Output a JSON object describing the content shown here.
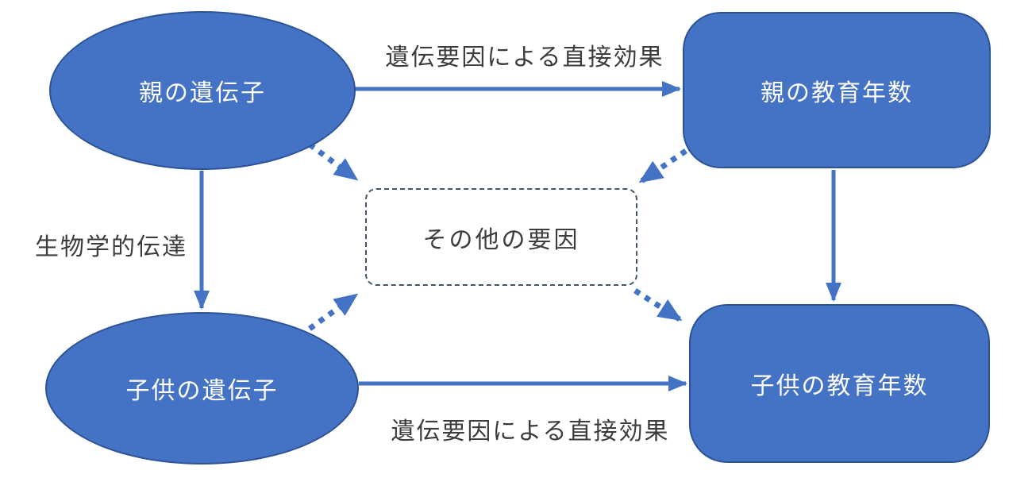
{
  "diagram": {
    "nodes": {
      "parent_genes": {
        "label": "親の遺伝子",
        "shape": "ellipse"
      },
      "parent_education": {
        "label": "親の教育年数",
        "shape": "rounded-rect"
      },
      "child_genes": {
        "label": "子供の遺伝子",
        "shape": "ellipse"
      },
      "child_education": {
        "label": "子供の教育年数",
        "shape": "rounded-rect"
      },
      "other_factors": {
        "label": "その他の要因",
        "shape": "dashed-rounded-rect"
      }
    },
    "edge_labels": {
      "top": "遺伝要因による直接効果",
      "left": "生物学的伝達",
      "bottom": "遺伝要因による直接効果"
    },
    "edges": [
      {
        "from": "parent_genes",
        "to": "parent_education",
        "style": "solid",
        "label": "遺伝要因による直接効果"
      },
      {
        "from": "parent_genes",
        "to": "child_genes",
        "style": "solid",
        "label": "生物学的伝達"
      },
      {
        "from": "parent_education",
        "to": "child_education",
        "style": "solid",
        "label": ""
      },
      {
        "from": "child_genes",
        "to": "child_education",
        "style": "solid",
        "label": "遺伝要因による直接効果"
      },
      {
        "from": "parent_genes",
        "to": "other_factors",
        "style": "dotted",
        "label": ""
      },
      {
        "from": "parent_education",
        "to": "other_factors",
        "style": "dotted",
        "label": ""
      },
      {
        "from": "child_genes",
        "to": "other_factors",
        "style": "dotted",
        "label": ""
      },
      {
        "from": "other_factors",
        "to": "child_education",
        "style": "dotted",
        "label": ""
      }
    ],
    "colors": {
      "node_fill": "#4472C4",
      "node_border": "#2E5395",
      "arrow": "#4472C4",
      "dashed_box_border": "#44546A",
      "label_text": "#3C3C3C",
      "node_text": "#FFFFFF",
      "background": "#FFFFFF"
    }
  }
}
